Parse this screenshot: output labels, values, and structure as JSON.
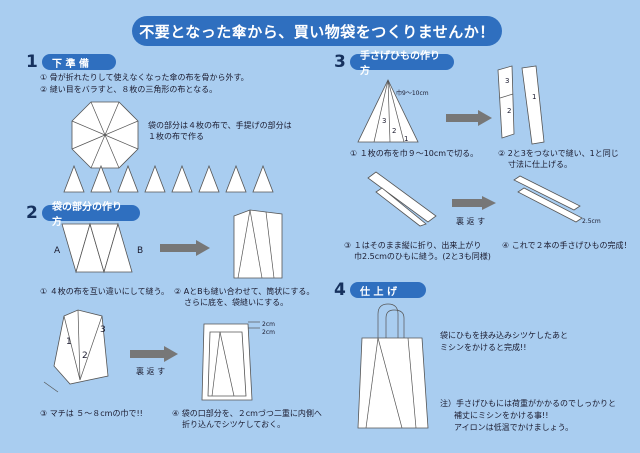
{
  "title": "不要となった傘から、買い物袋をつくりませんか！",
  "sections": {
    "s1": {
      "num": "1",
      "label": "下 準 備",
      "steps": [
        "① 骨が折れたりして使えなくなった傘の布を骨から外す。",
        "② 縫い目をバラすと、８枚の三角形の布となる。"
      ],
      "note": [
        "袋の部分は４枚の布で、手提げの部分は",
        "１枚の布で作る"
      ]
    },
    "s2": {
      "num": "2",
      "label": "袋の部分の作り方",
      "labelA": "A",
      "labelB": "B",
      "step1": "① ４枚の布を互い違いにして縫う。",
      "step2": [
        "② AとBも縫い合わせて、筒状にする。",
        "さらに底を、袋縫いにする。"
      ],
      "step3": "③ マチは ５～８cmの巾で!!",
      "step4": [
        "④ 袋の口部分を、２cmづつ二重に内側へ",
        "折り込んでシツケしておく。"
      ],
      "reverse": "裏 返 す",
      "dim1": "2cm",
      "dim2": "2cm",
      "nums": [
        "1",
        "2",
        "3"
      ]
    },
    "s3": {
      "num": "3",
      "label": "手さげひもの作り方",
      "dim": "巾9～10cm",
      "step1": "① １枚の布を巾９～10cmで切る。",
      "step2": [
        "② 2と3をつないで縫い、1と同じ",
        "寸法に仕上げる。"
      ],
      "step3": [
        "③ １はそのまま縦に折り、出来上がり",
        "巾2.5cmのひもに縫う。(2と3も同様)"
      ],
      "step4": "④ これで２本の手さげひもの完成！",
      "reverse": "裏 返 す",
      "dim2": "2.5cm",
      "nums": [
        "1",
        "2",
        "3"
      ]
    },
    "s4": {
      "num": "4",
      "label": "仕 上 げ",
      "text": [
        "袋にひもを挟み込みシツケしたあと",
        "ミシンをかけると完成!!"
      ],
      "note": [
        "注）手さげひもには荷重がかかるのでしっかりと",
        "補丈にミシンをかける事!!",
        "アイロンは低温でかけましょう。"
      ]
    }
  }
}
